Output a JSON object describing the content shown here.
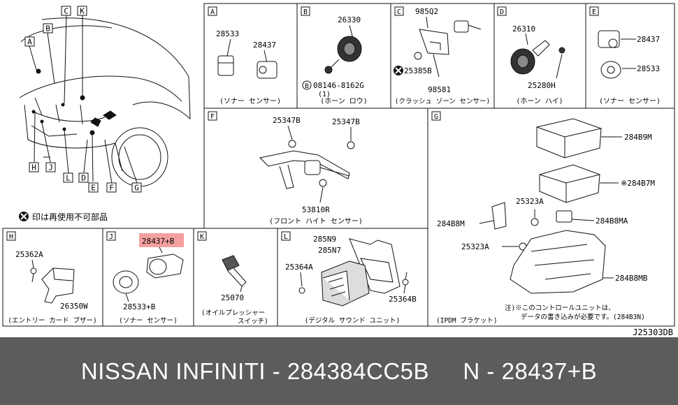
{
  "diagram_code": "J25303DB",
  "legend_text": "印は再使用不可部品",
  "overview_letters": [
    "A",
    "B",
    "C",
    "K",
    "H",
    "J",
    "L",
    "D",
    "E",
    "F",
    "G"
  ],
  "panels": {
    "A": {
      "letter": "A",
      "parts": [
        "28533",
        "28437"
      ],
      "caption": "(ソナー センサー)"
    },
    "B": {
      "letter": "B",
      "parts": [
        "26330",
        "08146-8162G",
        "(1)"
      ],
      "caption": "(ホーン ロウ)"
    },
    "C": {
      "letter": "C",
      "parts": [
        "985Q2",
        "25385B",
        "98581"
      ],
      "caption": "(クラッシュ ゾーン センサー)"
    },
    "D": {
      "letter": "D",
      "parts": [
        "26310",
        "25280H"
      ],
      "caption": "(ホーン ハイ)"
    },
    "E": {
      "letter": "E",
      "parts": [
        "28437",
        "28533"
      ],
      "caption": "(ソナー センサー)"
    },
    "F": {
      "letter": "F",
      "parts": [
        "25347B",
        "25347B",
        "53810R"
      ],
      "caption": "(フロント ハイト センサー)"
    },
    "G": {
      "letter": "G",
      "parts": [
        "284B9M",
        "※284B7M",
        "25323A",
        "284B8M",
        "284B8MA",
        "25323A",
        "284B8MB"
      ],
      "caption": "(IPDM ブラケット)",
      "note_line1": "注)※このコントロールユニットは、",
      "note_line2": "データの書き込みが必要です。(284B3N)"
    },
    "H": {
      "letter": "H",
      "parts": [
        "25362A",
        "26350W"
      ],
      "caption": "(エントリー カード ブザー)"
    },
    "J": {
      "letter": "J",
      "parts": [
        "28437+B",
        "28533+B"
      ],
      "caption": "(ソナー センサー)"
    },
    "K": {
      "letter": "K",
      "parts": [
        "25070"
      ],
      "caption_line1": "(オイルプレッシャー",
      "caption_line2": "スイッチ)"
    },
    "L": {
      "letter": "L",
      "parts": [
        "285N9",
        "285N7",
        "25364A",
        "25364B"
      ],
      "caption": "(デジタル サウンド ユニット)"
    }
  },
  "footer": {
    "brand": "NISSAN INFINITI",
    "separator": " - ",
    "part_number": "284384CC5B",
    "gap": "     ",
    "prefix": "N - ",
    "ref": "28437+B"
  },
  "colors": {
    "highlight": "#f4a0a0",
    "footer_bg": "#5c5c5c",
    "footer_text": "#ffffff",
    "line": "#111111"
  }
}
